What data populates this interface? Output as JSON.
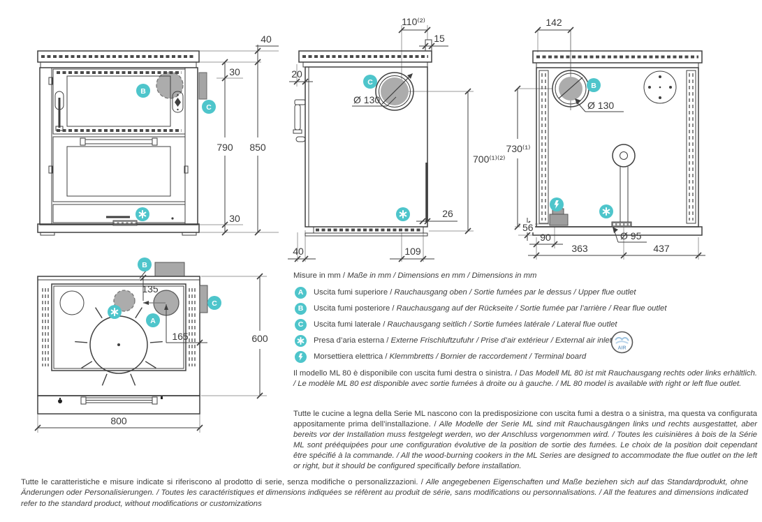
{
  "palette": {
    "accent_teal": "#4EC5CB",
    "fill_gray": "#ACACAC",
    "line_dark": "#3F3F3F",
    "text": "#3D3D3D",
    "air_badge_blue": "#8FB8D8"
  },
  "markers": {
    "a": "A",
    "b": "B",
    "c": "C"
  },
  "icons": {
    "air_inlet": "asterisk-icon",
    "terminal_board": "lightning-icon",
    "external_air": "air-badge-icon"
  },
  "views": {
    "front": {
      "dims": {
        "worktop_thickness": "40",
        "top_offset": "30",
        "body_height": "790",
        "total_height": "850",
        "base_height": "30"
      }
    },
    "side": {
      "dims": {
        "flue_center_to_back": "110⁽²⁾",
        "back_flange": "15",
        "worktop_overhang": "20",
        "flue_diameter": "Ø 130",
        "flue_center_height": "700⁽¹⁾⁽²⁾",
        "back_recess": "26",
        "front_recess": "40",
        "air_inlet_offset": "109"
      }
    },
    "back": {
      "dims": {
        "flue_center_offset": "142",
        "flue_diameter": "Ø 130",
        "flue_center_height": "730⁽¹⁾",
        "base_height": "56",
        "terminal_offset": "90",
        "air_inlet_offset": "363",
        "air_inlet_diameter": "Ø 95",
        "air_to_right": "437"
      }
    },
    "top": {
      "dims": {
        "flue_offset_x": "135",
        "flue_offset_y": "165",
        "depth": "600",
        "width": "800"
      }
    }
  },
  "legend": {
    "measures": {
      "it": "Misure in mm /",
      "rest": " Maße in mm / Dimensions en mm / Dimensions in mm"
    },
    "items": [
      {
        "marker": "A",
        "it": "Uscita fumi superiore /",
        "rest": " Rauchausgang oben  / Sortie fumées par le dessus / Upper flue outlet"
      },
      {
        "marker": "B",
        "it": "Uscita fumi posteriore /",
        "rest": " Rauchausgang auf der Rückseite / Sortie fumée par l’arrière / Rear flue outlet"
      },
      {
        "marker": "C",
        "it": "Uscita fumi laterale /",
        "rest": " Rauchausgang seitlich  / Sortie fumées latérale / Lateral flue outlet"
      },
      {
        "marker": "✱",
        "it": "Presa d’aria esterna /",
        "rest": " Externe Frischluftzufuhr / Prise d’air extérieur / External air inlet"
      },
      {
        "marker": "⚡",
        "it": "Morsettiera elettrica /",
        "rest": " Klemmbretts / Bornier de raccordement / Terminal board"
      }
    ],
    "air_badge": "AIR"
  },
  "notes": {
    "p1": {
      "it": "Il modello ML 80 è disponibile con uscita fumi destra o sinistra. /",
      "rest": " Das Modell ML 80 ist mit Rauchausgang rechts oder links erhältlich. / Le modèle ML 80 est disponible avec sortie fumées à droite ou à gauche. / ML 80 model is available with right or left flue outlet."
    },
    "p2": {
      "it": "Tutte le cucine a legna della Serie ML nascono con la predisposizione con uscita fumi a destra o a sinistra, ma questa va configurata appositamente prima dell’installazione. /",
      "rest": " Alle Modelle der Serie ML sind mit Rauchausgängen links und rechts ausgestattet, aber bereits vor der Installation muss festgelegt werden, wo der Anschluss vorgenommen wird. / Toutes les cuisinières à bois de la Série ML sont prééquipées pour une configuration évolutive de la position de sortie des fumées. Le choix de la position doit cependant être spécifié à la commande. / All the wood-burning cookers in the ML Series are designed to accommodate the flue outlet on the left or right, but it should be configured specifically before installation."
    }
  },
  "footer": {
    "it": "Tutte le caratteristiche e misure indicate si riferiscono al prodotto di serie, senza modifiche o personalizzazioni. /",
    "rest": " Alle angegebenen Eigenschaften und Maße beziehen sich auf das Standardprodukt, ohne Änderungen oder Personalisierungen. / Toutes les caractéristiques et dimensions indiquées se réfèrent au produit de série, sans modifications ou personnalisations. / All the features and dimensions indicated refer to the standard product, without modifications or customizations"
  }
}
